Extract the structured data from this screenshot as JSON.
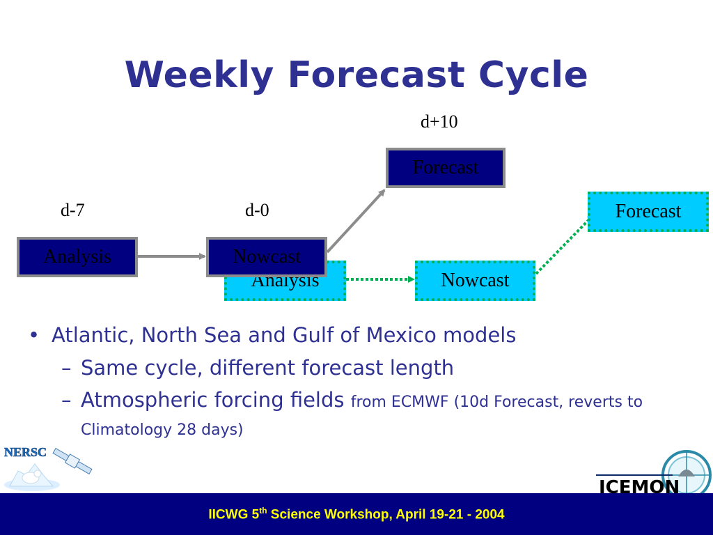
{
  "title": "Weekly Forecast Cycle",
  "labels": {
    "d_plus_10": "d+10",
    "d_minus_7": "d-7",
    "d_0": "d-0"
  },
  "boxes": {
    "analysis_navy": "Analysis",
    "nowcast_navy": "Nowcast",
    "forecast_navy": "Forecast",
    "analysis_cyan": "Analysis",
    "nowcast_cyan": "Nowcast",
    "forecast_cyan": "Forecast"
  },
  "bullets": {
    "main": "Atlantic, North Sea and Gulf of Mexico models",
    "sub1": "Same cycle, different forecast length",
    "sub2_large": "Atmospheric forcing fields",
    "sub2_small": "from ECMWF (10d Forecast, reverts to Climatology 28 days)"
  },
  "footer": {
    "before": "IICWG 5",
    "sup": "th",
    "after": " Science Workshop, April 19-21 - 2004"
  },
  "logos": {
    "left": "NERSC",
    "right": "ICEMON"
  },
  "colors": {
    "title": "#2e3192",
    "navy_box": "#000080",
    "cyan_box": "#00ccff",
    "dotted_border": "#00b050",
    "footer_bg": "#000080",
    "footer_text": "#ffff00"
  }
}
